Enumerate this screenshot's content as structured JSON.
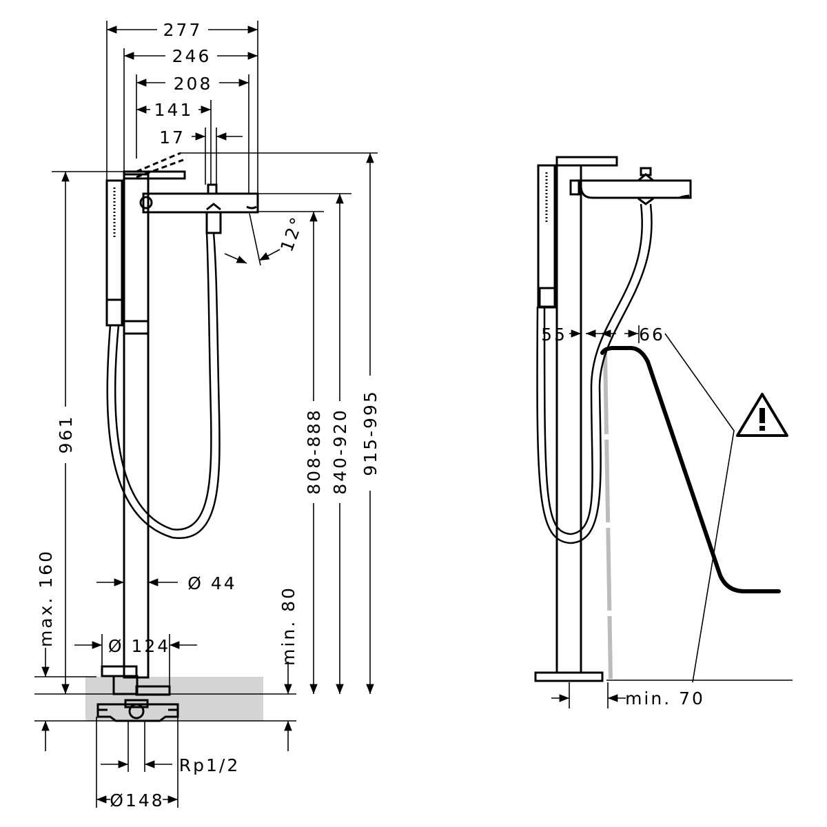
{
  "front_view": {
    "width_277": "277",
    "width_246": "246",
    "width_208": "208",
    "width_141": "141",
    "width_17": "17",
    "angle": "12°",
    "height_961": "961",
    "height_808": "808-888",
    "height_840": "840-920",
    "height_915": "915-995",
    "diameter_44": "Ø 44",
    "diameter_124": "Ø 124",
    "max_160": "max. 160",
    "min_80": "min. 80",
    "thread": "Rp1/2",
    "diameter_148": "Ø148"
  },
  "side_view": {
    "dim_55": "55",
    "dim_66": "66",
    "min_70": "min. 70",
    "warning_icon": "warning-triangle-icon"
  }
}
